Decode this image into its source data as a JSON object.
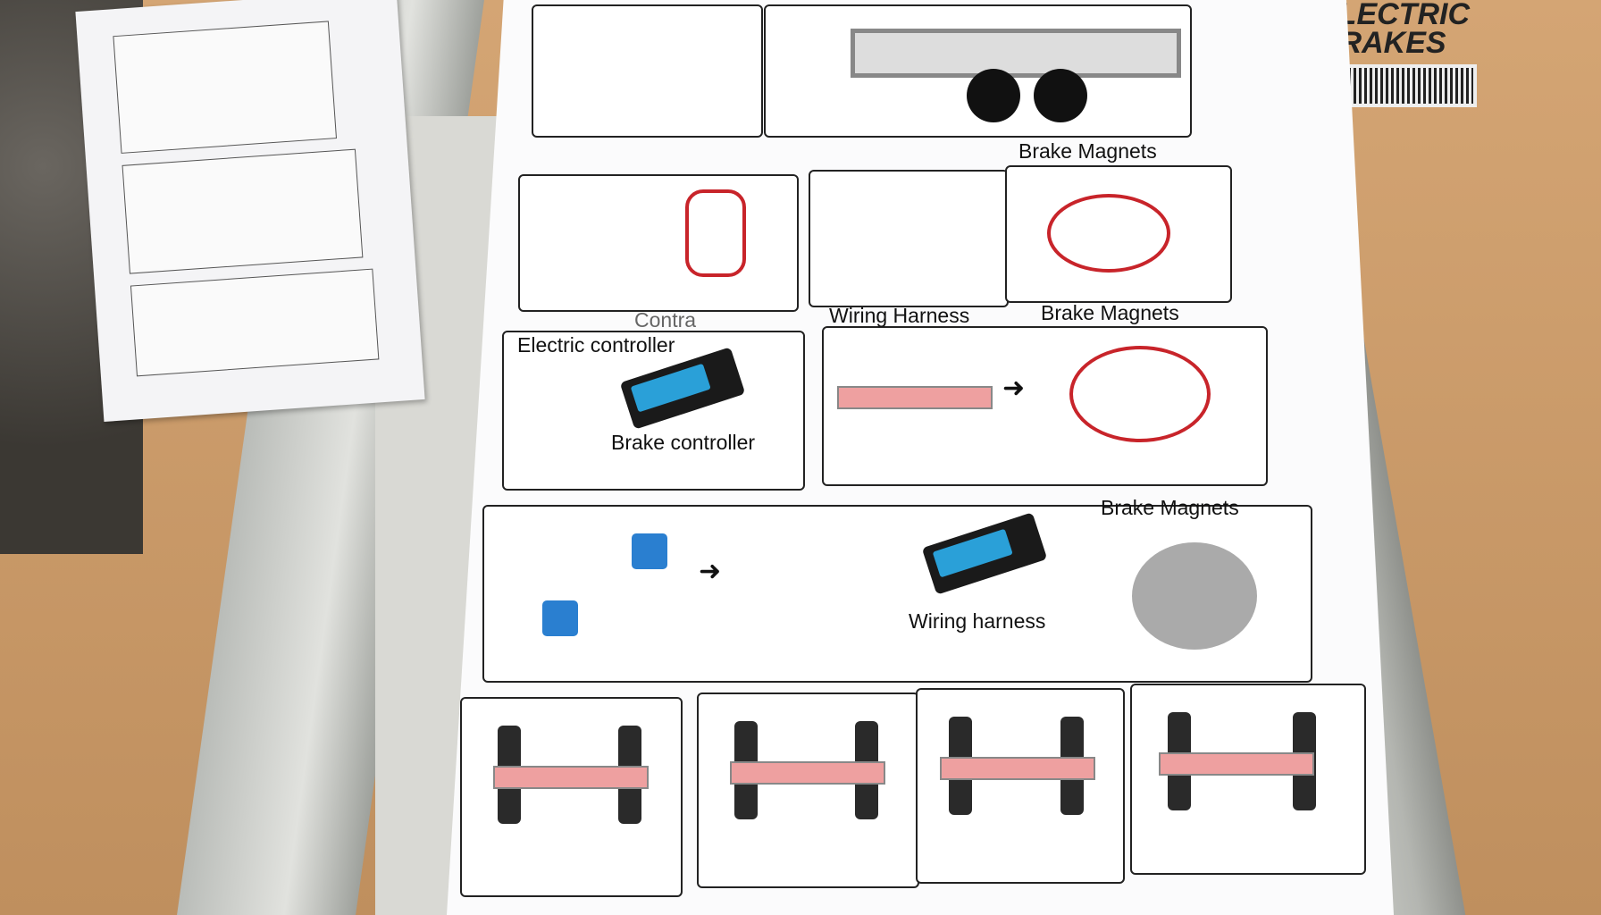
{
  "box": {
    "label": "ELECTRIC BRAKES"
  },
  "poster": {
    "row2": {
      "top_label": "Brake Magnets",
      "under_label_left": "Contra",
      "under_label_mid": "Wiring Harness",
      "under_label_right": "Brake Magnets"
    },
    "row3": {
      "electric_controller": "Electric controller",
      "brake_controller": "Brake controller"
    },
    "row4": {
      "brake_magnets": "Brake Magnets",
      "wiring_harness": "Wiring harness"
    }
  },
  "colors": {
    "controller_screen": "#2aa0d8",
    "wire_red": "#c8242a",
    "connector_blue": "#2a7fd0",
    "cardboard": "#c99a6a"
  }
}
